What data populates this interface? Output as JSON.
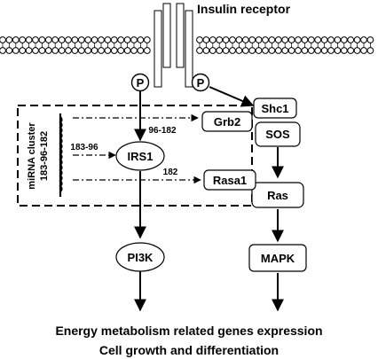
{
  "receptor": {
    "label": "Insulin receptor"
  },
  "phospho": {
    "left": "P",
    "right": "P"
  },
  "cluster": {
    "label_line1": "miRNA cluster",
    "label_line2": "183-96-182"
  },
  "mirna_labels": {
    "to_grb2": "96-182",
    "to_irs1": "183-96",
    "to_rasa1": "182"
  },
  "nodes": {
    "irs1": "IRS1",
    "grb2": "Grb2",
    "rasa1": "Rasa1",
    "shc1": "Shc1",
    "sos": "SOS",
    "ras": "Ras",
    "pi3k": "PI3K",
    "mapk": "MAPK"
  },
  "outcomes": {
    "line1": "Energy metabolism related genes expression",
    "line2": "Cell growth and differentiation"
  }
}
